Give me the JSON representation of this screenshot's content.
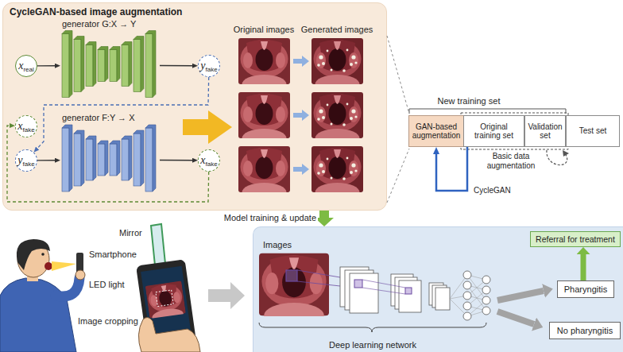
{
  "diagram": {
    "nodes": [
      {
        "text": [
          "CycleGAN-based image augmentation"
        ]
      },
      {
        "text": [
          "x",
          "real"
        ],
        "in": 0
      },
      {
        "text": [
          "generator G:X → Y"
        ],
        "in": 0
      },
      {
        "text": [
          "y",
          "fake"
        ],
        "in": 0
      },
      {
        "text": [
          "x",
          "fake"
        ],
        "in": 0
      },
      {
        "text": [
          "y",
          "fake"
        ],
        "in": 0
      },
      {
        "text": [
          "generator F:Y → X"
        ],
        "in": 0
      },
      {
        "text": [
          "x",
          "fake"
        ],
        "in": 0
      },
      {
        "text": [
          "GAN-based augmentation"
        ]
      },
      {
        "text": [
          "Original training set"
        ]
      },
      {
        "text": [
          "Validation set"
        ]
      },
      {
        "text": [
          "Test set"
        ]
      },
      {
        "text": [
          "Images",
          "Deep learning network"
        ]
      },
      {
        "text": [
          "Pharyngitis"
        ],
        "in": 12
      },
      {
        "text": [
          "No pharyngitis"
        ],
        "in": 12
      },
      {
        "text": [
          "Referral for treatment"
        ],
        "in": 12
      }
    ],
    "edges": [
      {
        "from": 1,
        "to": 2,
        "arrow": "to"
      },
      {
        "from": 2,
        "to": 3,
        "arrow": "to"
      },
      {
        "from": 5,
        "to": 6,
        "arrow": "to"
      },
      {
        "from": 6,
        "to": 7,
        "arrow": "to"
      },
      {
        "from": 3,
        "to": 5,
        "arrow": "to"
      },
      {
        "from": 7,
        "to": 4,
        "arrow": "to"
      },
      {
        "from": 9,
        "to": 8,
        "label": "CycleGAN",
        "arrow": "to"
      },
      {
        "from": 0,
        "to": 12,
        "label": "Model training & update",
        "arrow": "to"
      },
      {
        "from": 13,
        "to": 15,
        "arrow": "to"
      }
    ],
    "labels": [
      "Original images",
      "Generated images",
      "New training set",
      "Basic data augmentation",
      "Mirror",
      "Smartphone",
      "LED light",
      "Image cropping"
    ]
  }
}
